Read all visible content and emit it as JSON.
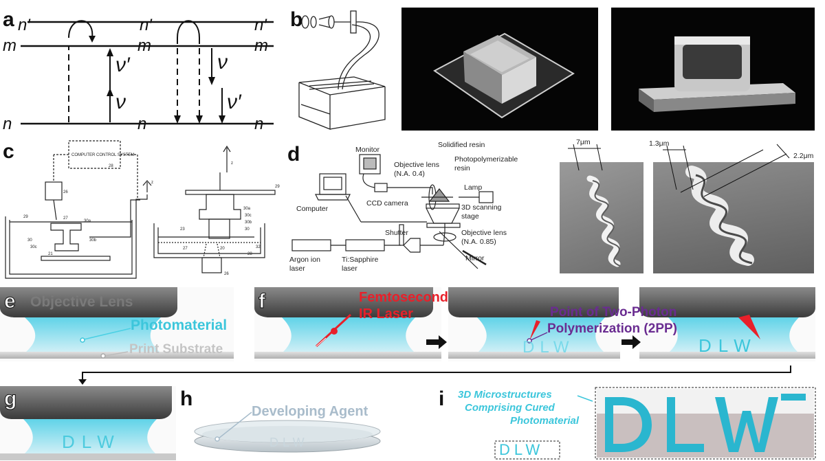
{
  "panels": {
    "a": {
      "label": "a",
      "levels": [
        "n′",
        "m",
        "n",
        "n′",
        "m",
        "n",
        "n′",
        "m",
        "n"
      ],
      "nu_prime_up": "ν′",
      "nu_up": "ν",
      "nu_down": "ν",
      "nu_prime_down": "ν′"
    },
    "b": {
      "label": "b"
    },
    "c": {
      "label": "c",
      "computer_box": "COMPUTER CONTROL SYSTEM",
      "computer_ref": "28",
      "light_ref": "26",
      "z_marks": [
        "z",
        "z"
      ],
      "refs_left": [
        "29",
        "27",
        "30a",
        "30",
        "30b",
        "30c",
        "21"
      ],
      "refs_right": [
        "29",
        "30a",
        "30c",
        "30b",
        "30",
        "23",
        "32",
        "28",
        "26",
        "27",
        "20"
      ]
    },
    "d": {
      "label": "d",
      "monitor": "Monitor",
      "solidified": "Solidified resin",
      "objective_1": "Objective lens",
      "na_1": "(N.A.  0.4)",
      "photopoly_1": "Photopolymerizable",
      "photopoly_2": "resin",
      "lamp": "Lamp",
      "computer": "Computer",
      "ccd": "CCD camera",
      "scan_1": "3D scanning",
      "scan_2": "stage",
      "shutter": "Shutter",
      "objective_2": "Objective lens",
      "na_2": "(N.A.  0.85)",
      "argon_1": "Argon ion",
      "argon_2": "laser",
      "tisapph_1": "Ti:Sapphire",
      "tisapph_2": "laser",
      "mirror": "Mirror",
      "scale_1": "7μm",
      "scale_2": "1.3μm",
      "scale_3": "2.2μm"
    },
    "e": {
      "label": "e",
      "objective": "Objective Lens",
      "photomaterial": "Photomaterial",
      "substrate": "Print Substrate"
    },
    "f": {
      "label": "f",
      "laser_1": "Femtosecond",
      "laser_2": "IR Laser",
      "point_1": "Point of Two-Photon",
      "point_2": "Polymerization (2PP)"
    },
    "g": {
      "label": "g"
    },
    "h": {
      "label": "h",
      "agent": "Developing Agent"
    },
    "i": {
      "label": "i",
      "caption_1": "3D Microstructures",
      "caption_2": "Comprising Cured",
      "caption_3": "Photomaterial"
    },
    "dlw": "DLW"
  },
  "colors": {
    "lens": "#4a4a4a",
    "photomaterial": "#8fe0ee",
    "cyan_text": "#3cc6db",
    "laser": "#e8202a",
    "purple": "#6a2c91",
    "substrate": "#bdbdbd",
    "structure": "#2ab6cf"
  }
}
